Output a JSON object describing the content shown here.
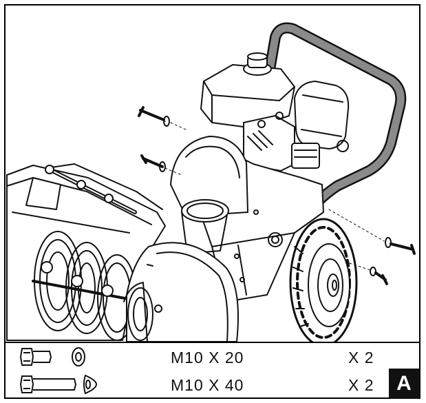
{
  "step_label": "A",
  "parts": [
    {
      "spec": "M10 X 20",
      "quantity": "X 2",
      "bolt_icon": "short-bolt-icon",
      "washer_icon": "flat-washer-icon"
    },
    {
      "spec": "M10 X 40",
      "quantity": "X 2",
      "bolt_icon": "long-bolt-icon",
      "washer_icon": "cone-washer-icon"
    }
  ],
  "colors": {
    "line": "#111111",
    "handle": "#8a8a8a",
    "badge": "#111111"
  }
}
